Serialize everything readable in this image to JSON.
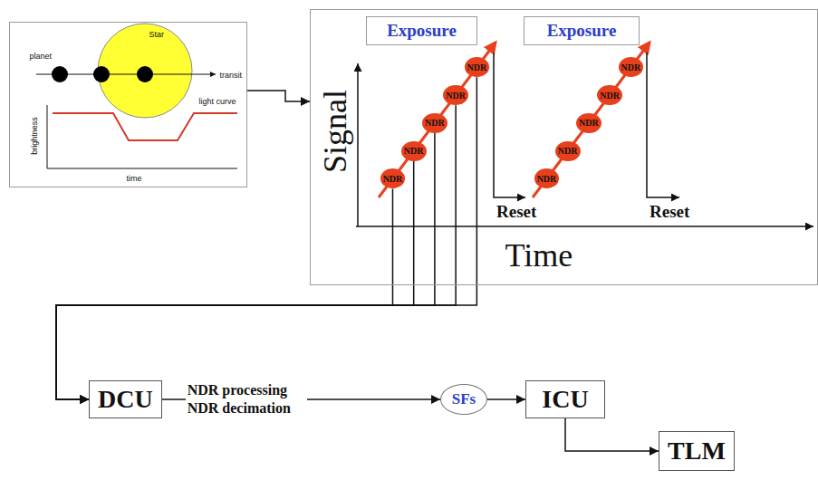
{
  "diagram": {
    "nodes": [
      {
        "text": [
          "planet",
          "Star",
          "transit",
          "brightness",
          "light curve",
          "time"
        ]
      },
      {
        "text": [
          "Signal",
          "Time"
        ]
      },
      {
        "text": [
          "Exposure"
        ],
        "in": 1
      },
      {
        "text": [
          "Exposure"
        ],
        "in": 1
      },
      {
        "text": [
          "NDR"
        ],
        "in": 1
      },
      {
        "text": [
          "NDR"
        ],
        "in": 1
      },
      {
        "text": [
          "NDR"
        ],
        "in": 1
      },
      {
        "text": [
          "NDR"
        ],
        "in": 1
      },
      {
        "text": [
          "NDR"
        ],
        "in": 1
      },
      {
        "text": [
          "NDR"
        ],
        "in": 1
      },
      {
        "text": [
          "NDR"
        ],
        "in": 1
      },
      {
        "text": [
          "NDR"
        ],
        "in": 1
      },
      {
        "text": [
          "NDR"
        ],
        "in": 1
      },
      {
        "text": [
          "NDR"
        ],
        "in": 1
      },
      {
        "text": [
          "DCU"
        ]
      },
      {
        "text": [
          "SFs"
        ]
      },
      {
        "text": [
          "ICU"
        ]
      },
      {
        "text": [
          "TLM"
        ]
      }
    ],
    "edges": [
      {
        "from": 0,
        "to": 1,
        "arrow": "to"
      },
      {
        "from": 4,
        "to": 14,
        "arrow": "to"
      },
      {
        "from": 5,
        "to": 14,
        "arrow": "to"
      },
      {
        "from": 6,
        "to": 14,
        "arrow": "to"
      },
      {
        "from": 7,
        "to": 14,
        "arrow": "to"
      },
      {
        "from": 8,
        "to": 14,
        "arrow": "to"
      },
      {
        "from": 14,
        "to": 15,
        "label": "NDR processing NDR decimation",
        "arrow": "to"
      },
      {
        "from": 15,
        "to": 16,
        "arrow": "to"
      },
      {
        "from": 16,
        "to": 17,
        "arrow": "to"
      }
    ],
    "labels": [
      "Reset",
      "Reset"
    ]
  }
}
